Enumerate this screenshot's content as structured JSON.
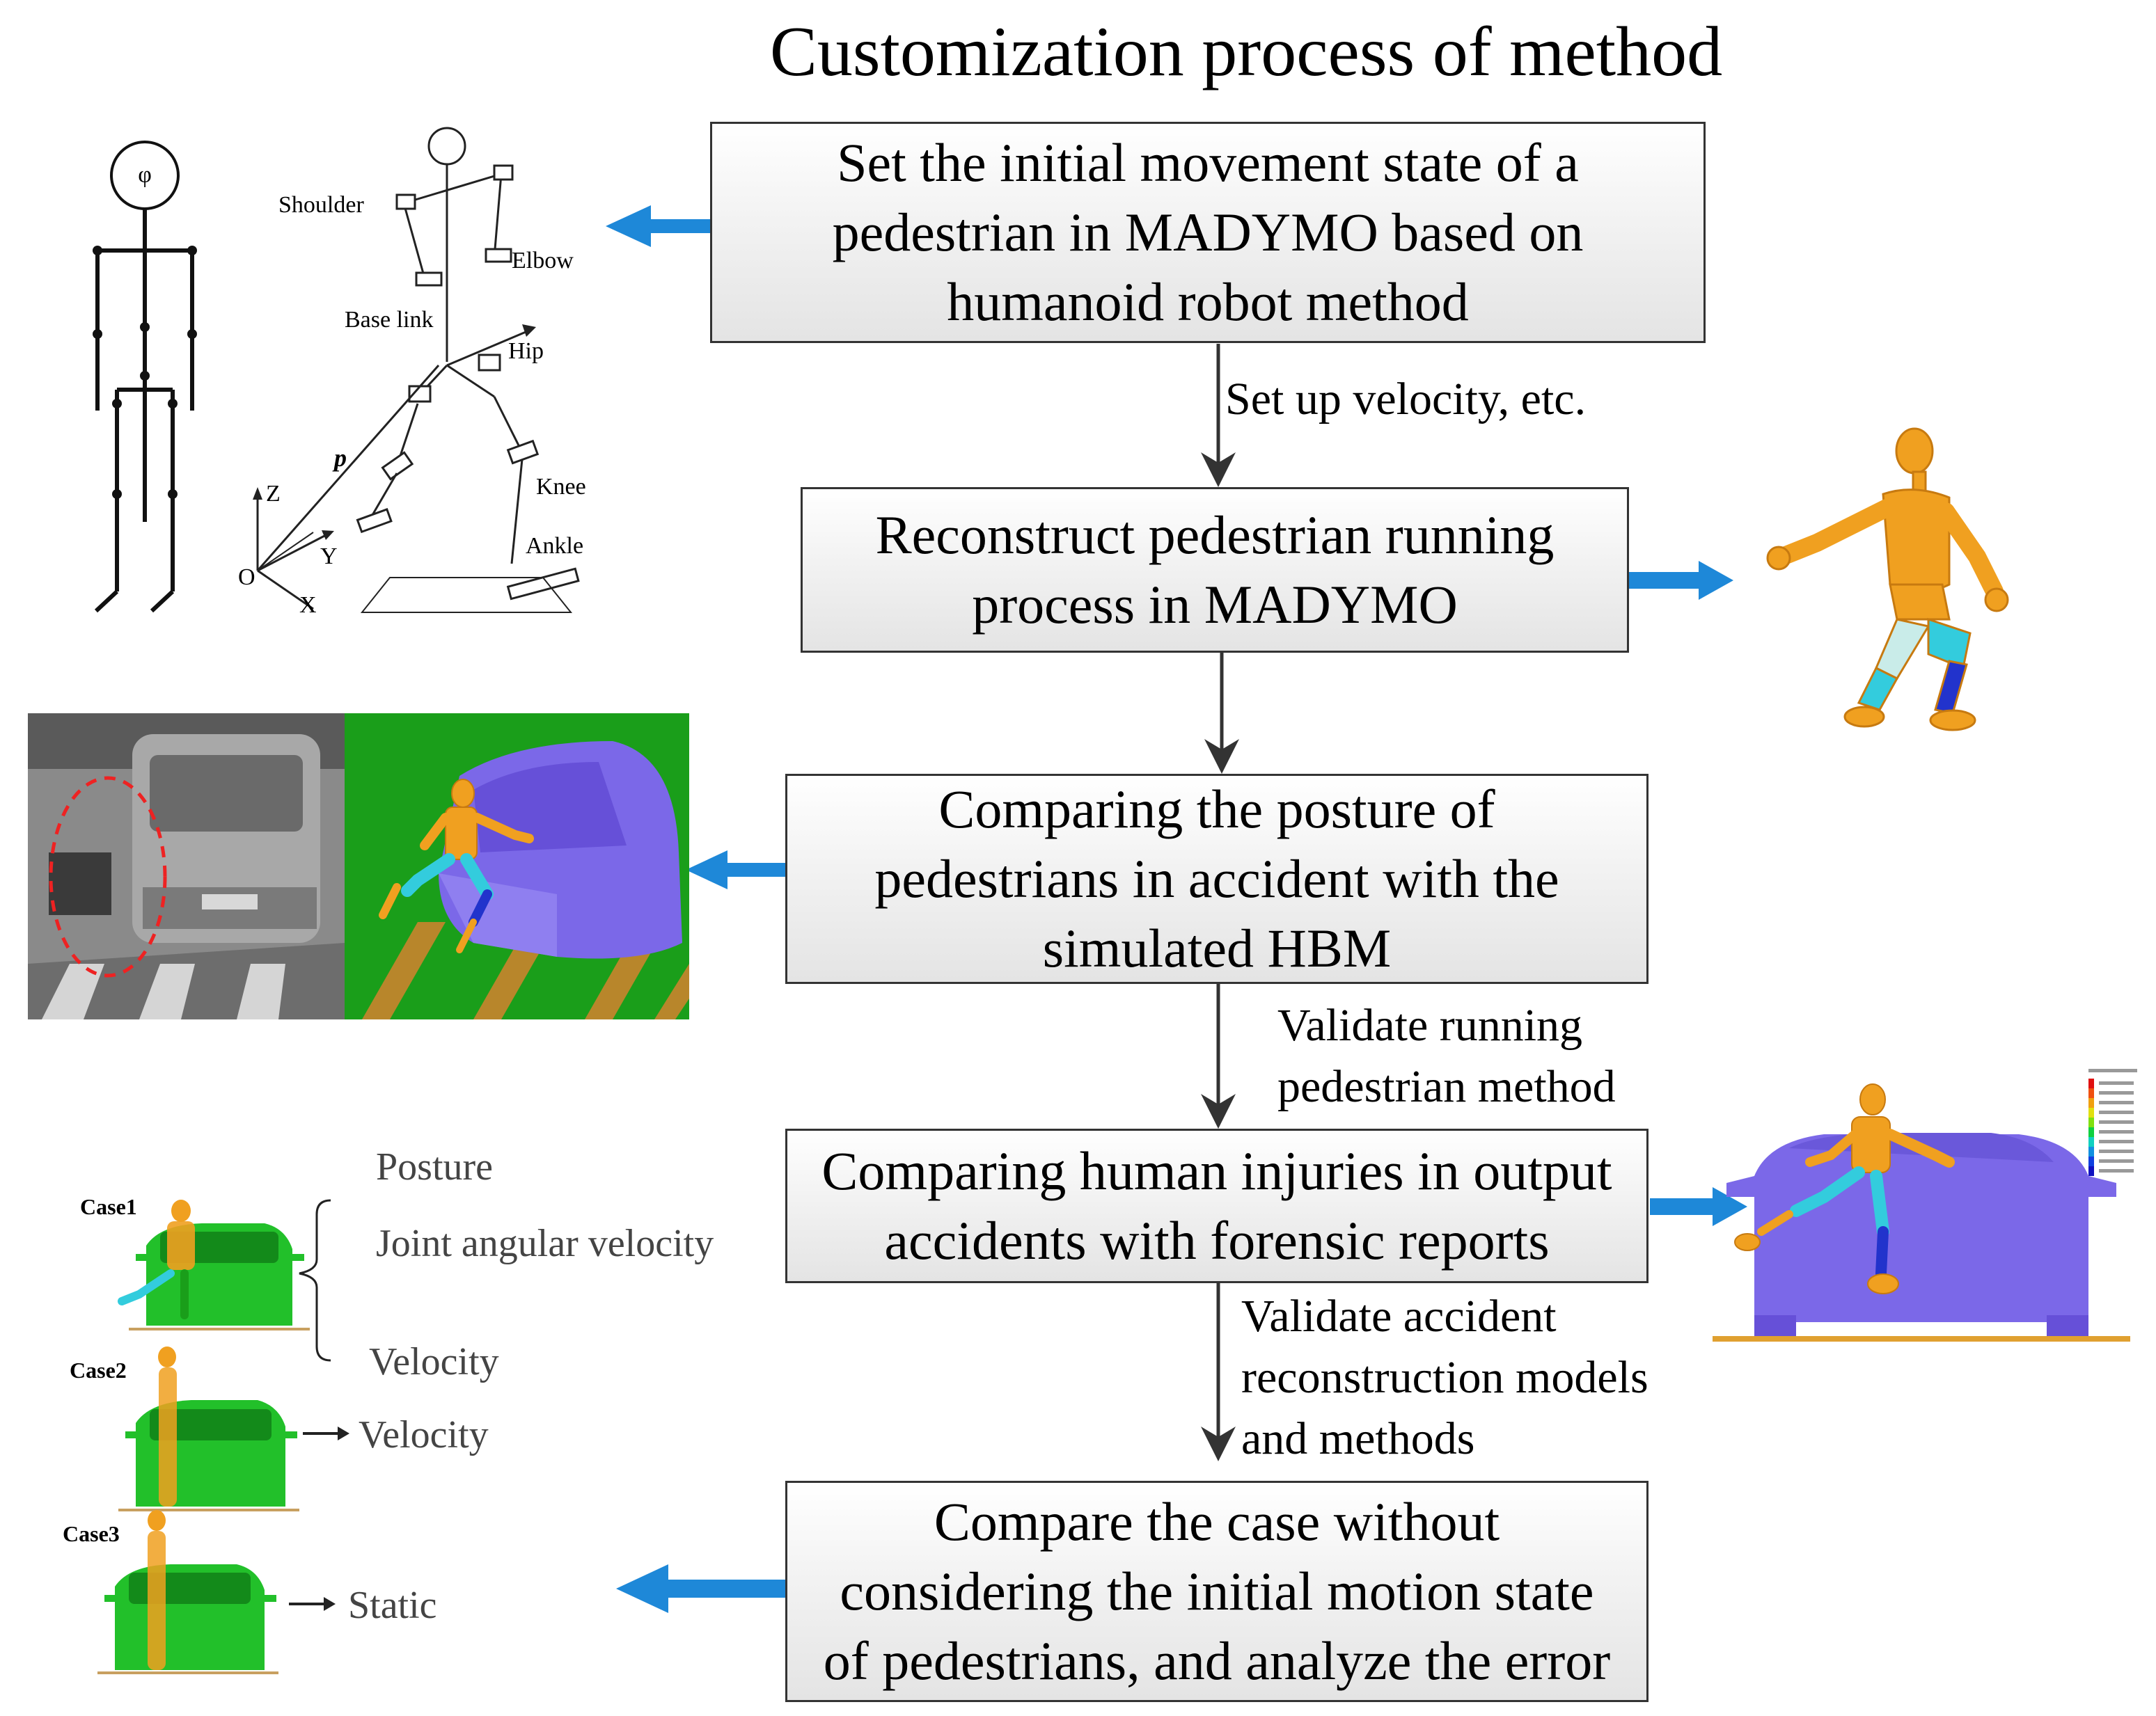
{
  "title": "Customization process of method",
  "steps": [
    {
      "lines": [
        "Set the initial movement state of a",
        "pedestrian in MADYMO based on",
        "humanoid robot method"
      ]
    },
    {
      "lines": [
        "Reconstruct  pedestrian running",
        "process in MADYMO"
      ]
    },
    {
      "lines": [
        "Comparing the posture of",
        "pedestrians in accident with the",
        "simulated HBM"
      ]
    },
    {
      "lines": [
        "Comparing human injuries in output",
        "accidents with forensic reports"
      ]
    },
    {
      "lines": [
        "Compare the case without",
        "considering the initial motion state",
        "of pedestrians, and analyze the error"
      ]
    }
  ],
  "connectors": {
    "c1": [
      "Set up velocity, etc."
    ],
    "c3": [
      "Validate running",
      "pedestrian method"
    ],
    "c4": [
      "Validate accident",
      "reconstruction models",
      "and methods"
    ]
  },
  "robot_figure": {
    "labels": {
      "shoulder": "Shoulder",
      "elbow": "Elbow",
      "base_link": "Base link",
      "hip": "Hip",
      "p": "p",
      "knee": "Knee",
      "ankle": "Ankle",
      "z": "Z",
      "y": "Y",
      "x": "X",
      "o": "O"
    }
  },
  "cases_figure": {
    "case1": "Case1",
    "case2": "Case2",
    "case3": "Case3",
    "posture": "Posture",
    "joint_angular_velocity": "Joint angular velocity",
    "velocity1": "Velocity",
    "velocity2": "Velocity",
    "static": "Static"
  },
  "colors": {
    "arrow_blue": "#1e88d8",
    "box_border": "#333333",
    "vehicle_purple": "#7b68e8",
    "vehicle_green": "#22c02a",
    "dummy_orange": "#f0a020",
    "dummy_cyan": "#33ccdd",
    "dummy_blue": "#2233cc",
    "ground_green": "#1a9e1a",
    "stripe_brown": "#b8862b"
  }
}
